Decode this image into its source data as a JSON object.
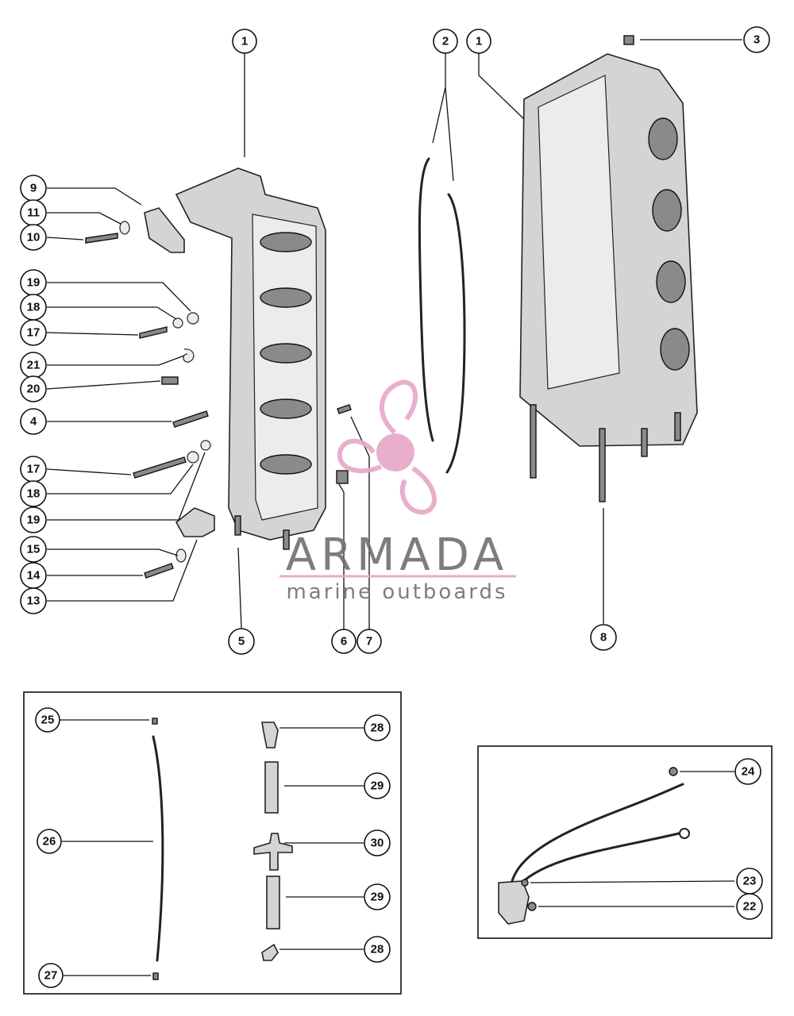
{
  "callouts": {
    "c1a": "1",
    "c1b": "1",
    "c2": "2",
    "c3": "3",
    "c9": "9",
    "c11": "11",
    "c10": "10",
    "c19a": "19",
    "c18a": "18",
    "c17a": "17",
    "c21": "21",
    "c20": "20",
    "c4": "4",
    "c17b": "17",
    "c18b": "18",
    "c19b": "19",
    "c15": "15",
    "c14": "14",
    "c13": "13",
    "c5": "5",
    "c6": "6",
    "c7": "7",
    "c8": "8",
    "c25": "25",
    "c26": "26",
    "c27": "27",
    "c28a": "28",
    "c29a": "29",
    "c30": "30",
    "c29b": "29",
    "c28b": "28",
    "c24": "24",
    "c23": "23",
    "c22": "22"
  },
  "watermark": {
    "brand": "ARMADA",
    "tagline": "marine outboards",
    "accent_color": "#e8a6c8",
    "text_color": "#6f6f6f"
  }
}
